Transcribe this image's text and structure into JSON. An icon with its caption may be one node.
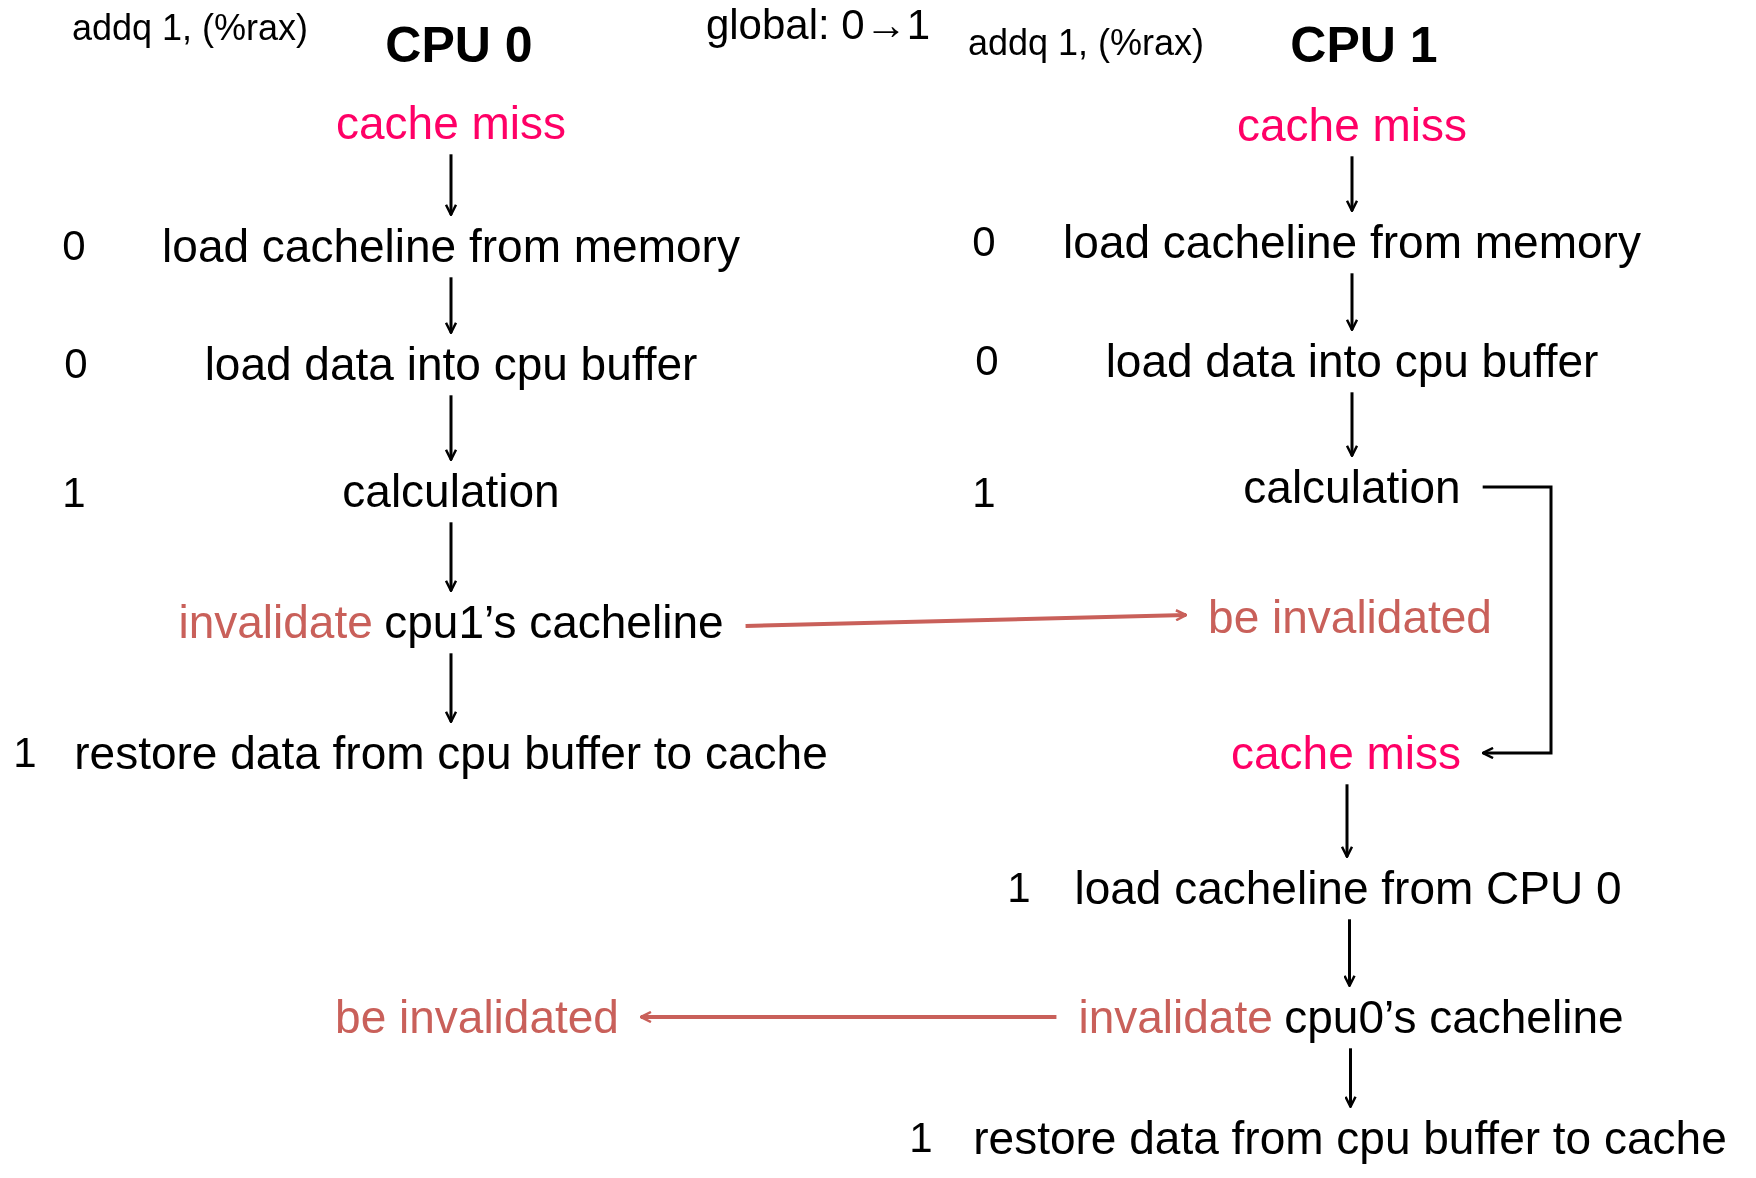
{
  "diagram": {
    "nodes": [
      {
        "text": [
          "cache miss"
        ]
      },
      {
        "text": [
          "load cacheline from memory"
        ],
        "beside": [
          "0"
        ]
      },
      {
        "text": [
          "load data into cpu buffer"
        ],
        "beside": [
          "0"
        ]
      },
      {
        "text": [
          "calculation"
        ]
      },
      {
        "text": [
          "invalidate",
          "cpu1’s cacheline"
        ]
      },
      {
        "text": [
          "restore data from cpu buffer to cache"
        ],
        "beside": [
          "1"
        ]
      },
      {
        "text": [
          "be invalidated"
        ]
      },
      {
        "text": [
          "cache miss"
        ]
      },
      {
        "text": [
          "load cacheline from memory"
        ],
        "beside": [
          "0"
        ]
      },
      {
        "text": [
          "load data into cpu buffer"
        ],
        "beside": [
          "0"
        ]
      },
      {
        "text": [
          "calculation"
        ]
      },
      {
        "text": [
          "be invalidated"
        ]
      },
      {
        "text": [
          "cache miss"
        ]
      },
      {
        "text": [
          "load cacheline from CPU 0"
        ],
        "beside": [
          "1"
        ]
      },
      {
        "text": [
          "invalidate",
          "cpu0’s cacheline"
        ]
      },
      {
        "text": [
          "restore data from cpu buffer to cache"
        ],
        "beside": [
          "1"
        ]
      }
    ],
    "edges": [
      {
        "from": 0,
        "to": 1,
        "arrow": "to"
      },
      {
        "from": 1,
        "to": 2,
        "arrow": "to"
      },
      {
        "from": 2,
        "to": 3,
        "arrow": "to"
      },
      {
        "from": 3,
        "to": 4,
        "arrow": "to"
      },
      {
        "from": 4,
        "to": 5,
        "arrow": "to"
      },
      {
        "from": 4,
        "to": 11,
        "arrow": "to",
        "color": "#c9605a"
      },
      {
        "from": 7,
        "to": 8,
        "arrow": "to"
      },
      {
        "from": 8,
        "to": 9,
        "arrow": "to"
      },
      {
        "from": 9,
        "to": 10,
        "arrow": "to"
      },
      {
        "from": 10,
        "to": 12,
        "arrow": "to"
      },
      {
        "from": 12,
        "to": 13,
        "arrow": "to"
      },
      {
        "from": 13,
        "to": 14,
        "arrow": "to"
      },
      {
        "from": 14,
        "to": 15,
        "arrow": "to"
      },
      {
        "from": 14,
        "to": 6,
        "arrow": "to",
        "color": "#c9605a"
      }
    ],
    "labels": [
      "addq 1, (%rax)",
      "CPU 0",
      "global: 0→1",
      "addq 1, (%rax)",
      "CPU 1",
      "1",
      "1"
    ]
  }
}
